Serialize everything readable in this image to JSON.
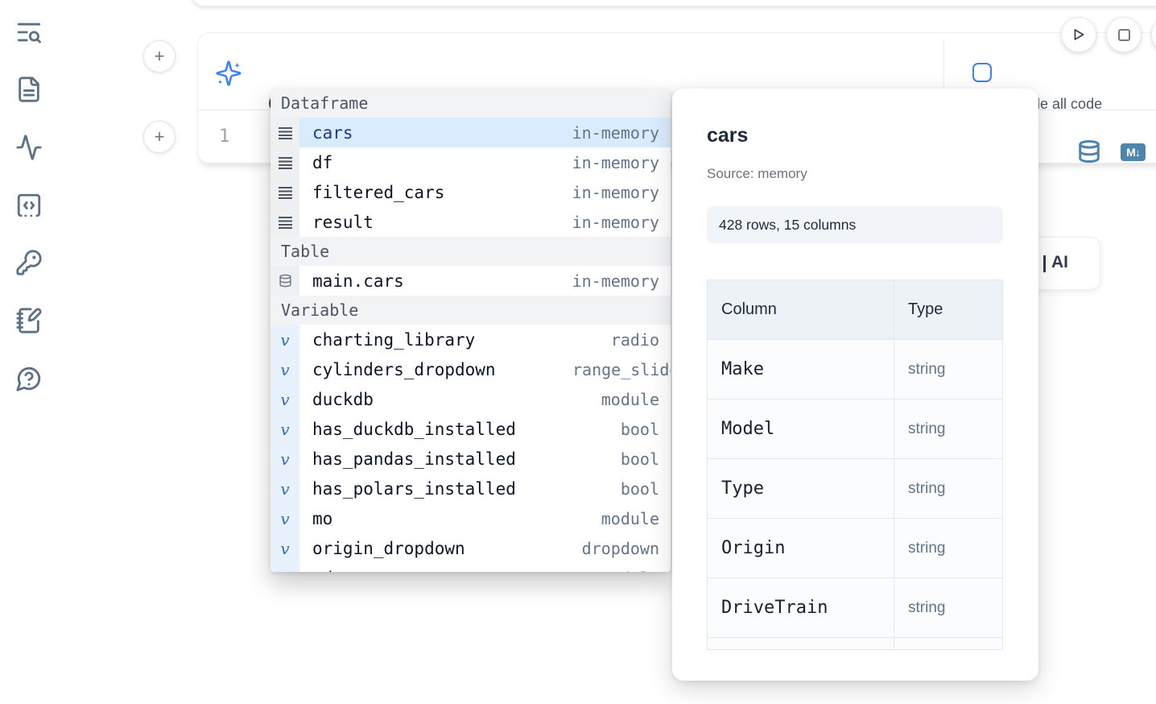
{
  "sidebar": {
    "items": [
      {
        "icon": "search-list-icon"
      },
      {
        "icon": "file-icon"
      },
      {
        "icon": "activity-icon"
      },
      {
        "icon": "code-snippet-icon"
      },
      {
        "icon": "key-icon"
      },
      {
        "icon": "notebook-pen-icon"
      },
      {
        "icon": "help-icon"
      }
    ]
  },
  "toolbar": {
    "run_icon": "play-icon",
    "stop_icon": "stop-icon"
  },
  "prompt": {
    "value": "@",
    "include_all_code_label": "Include all code",
    "include_all_code_checked": false
  },
  "editor": {
    "line_number": "1",
    "markdown_badge": "M↓"
  },
  "autocomplete": {
    "sections": [
      {
        "label": "Dataframe",
        "items": [
          {
            "kind": "dataframe",
            "name": "cars",
            "type": "in-memory",
            "selected": true
          },
          {
            "kind": "dataframe",
            "name": "df",
            "type": "in-memory"
          },
          {
            "kind": "dataframe",
            "name": "filtered_cars",
            "type": "in-memory"
          },
          {
            "kind": "dataframe",
            "name": "result",
            "type": "in-memory"
          }
        ]
      },
      {
        "label": "Table",
        "items": [
          {
            "kind": "table",
            "name": "main.cars",
            "type": "in-memory"
          }
        ]
      },
      {
        "label": "Variable",
        "items": [
          {
            "kind": "variable",
            "name": "charting_library",
            "type": "radio"
          },
          {
            "kind": "variable",
            "name": "cylinders_dropdown",
            "type": "range_slider",
            "type_clipped": true
          },
          {
            "kind": "variable",
            "name": "duckdb",
            "type": "module"
          },
          {
            "kind": "variable",
            "name": "has_duckdb_installed",
            "type": "bool"
          },
          {
            "kind": "variable",
            "name": "has_pandas_installed",
            "type": "bool"
          },
          {
            "kind": "variable",
            "name": "has_polars_installed",
            "type": "bool"
          },
          {
            "kind": "variable",
            "name": "mo",
            "type": "module"
          },
          {
            "kind": "variable",
            "name": "origin_dropdown",
            "type": "dropdown"
          },
          {
            "kind": "variable",
            "name": "pd",
            "type": "module"
          }
        ]
      }
    ]
  },
  "preview": {
    "title": "cars",
    "source": "Source: memory",
    "shape_badge": "428 rows, 15 columns",
    "table": {
      "headers": [
        "Column",
        "Type"
      ],
      "rows": [
        [
          "Make",
          "string"
        ],
        [
          "Model",
          "string"
        ],
        [
          "Type",
          "string"
        ],
        [
          "Origin",
          "string"
        ],
        [
          "DriveTrain",
          "string"
        ]
      ]
    }
  },
  "ai_button": {
    "visible_label": "AI"
  },
  "colors": {
    "accent": "#3b82f6",
    "selection_bg": "#d9ecfd",
    "steel_icon": "#4e85ad",
    "variable_glyph": "#2e6fc0"
  }
}
